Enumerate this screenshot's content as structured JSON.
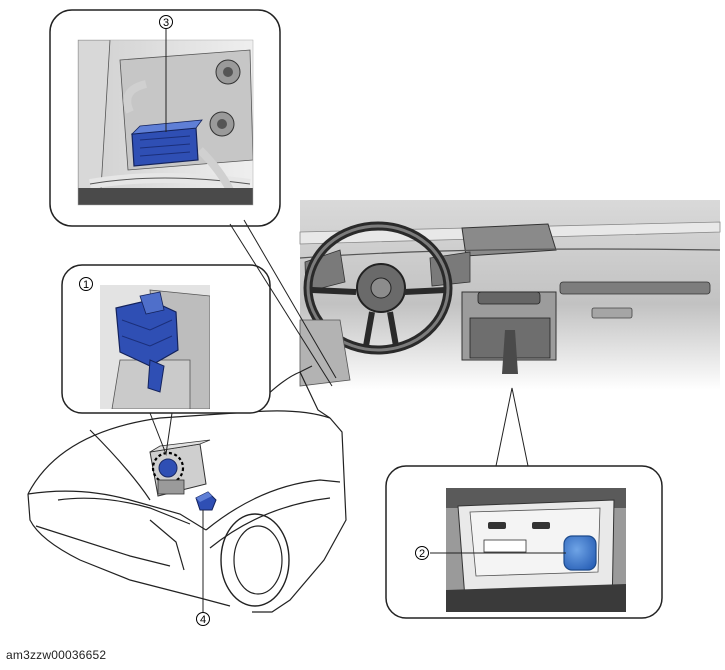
{
  "figure": {
    "caption": "am3zzw00036652",
    "callouts": [
      {
        "number": "1"
      },
      {
        "number": "2"
      },
      {
        "number": "3"
      },
      {
        "number": "4"
      }
    ]
  },
  "colors": {
    "part_highlight": "#2f4fb4",
    "usb_highlight": "#3a78c9",
    "outline": "#222222",
    "shade": "#bfbfbf"
  }
}
